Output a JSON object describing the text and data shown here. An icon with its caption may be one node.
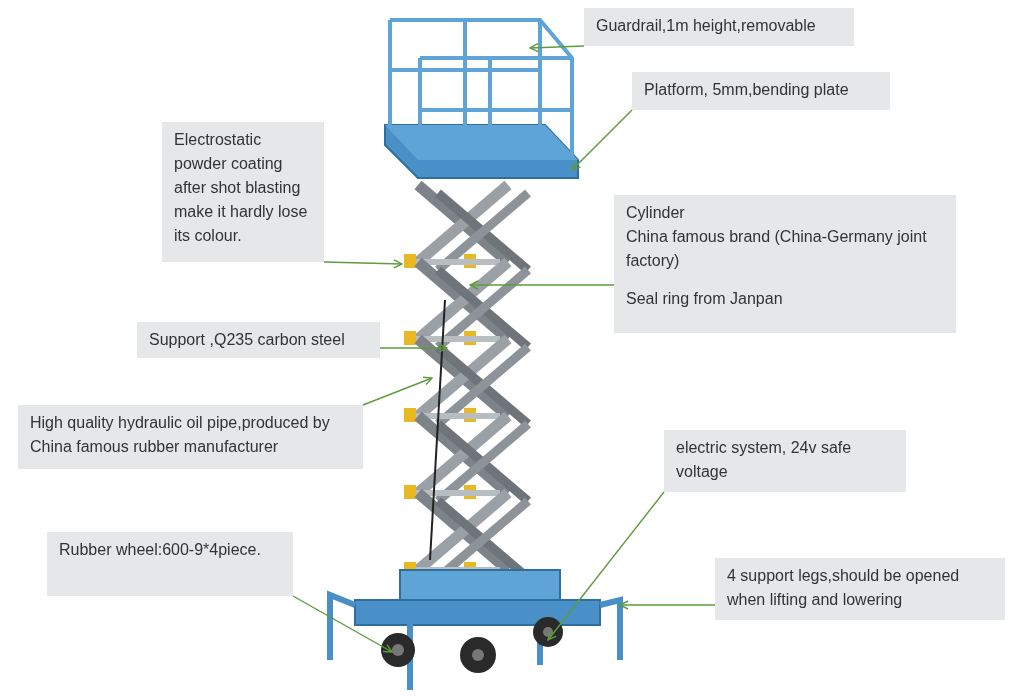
{
  "diagram": {
    "nodes": [
      {
        "text": [
          "Guardrail,1m height,removable"
        ]
      },
      {
        "text": [
          "Platform, 5mm,bending plate"
        ]
      },
      {
        "text": [
          "Electrostatic powder coating after shot blasting make it hardly lose its colour."
        ]
      },
      {
        "text": [
          "Cylinder",
          "China famous brand (China-Germany joint factory)",
          "Seal ring from Janpan"
        ]
      },
      {
        "text": [
          "Support ,Q235 carbon steel"
        ]
      },
      {
        "text": [
          "High quality hydraulic oil pipe,produced by China famous rubber manufacturer"
        ]
      },
      {
        "text": [
          "electric system, 24v safe voltage"
        ]
      },
      {
        "text": [
          "Rubber wheel:600-9*4piece."
        ]
      },
      {
        "text": [
          "4 support legs,should be opened when lifting and lowering"
        ]
      }
    ],
    "edges": [
      {
        "from": 0,
        "to": null,
        "arrow": "to"
      },
      {
        "from": 1,
        "to": null,
        "arrow": "to"
      },
      {
        "from": 2,
        "to": null,
        "arrow": "to"
      },
      {
        "from": 3,
        "to": null,
        "arrow": "to"
      },
      {
        "from": 4,
        "to": null,
        "arrow": "to"
      },
      {
        "from": 5,
        "to": null,
        "arrow": "to"
      },
      {
        "from": 6,
        "to": null,
        "arrow": "to"
      },
      {
        "from": 7,
        "to": null,
        "arrow": "to"
      },
      {
        "from": 8,
        "to": null,
        "arrow": "to"
      }
    ]
  }
}
